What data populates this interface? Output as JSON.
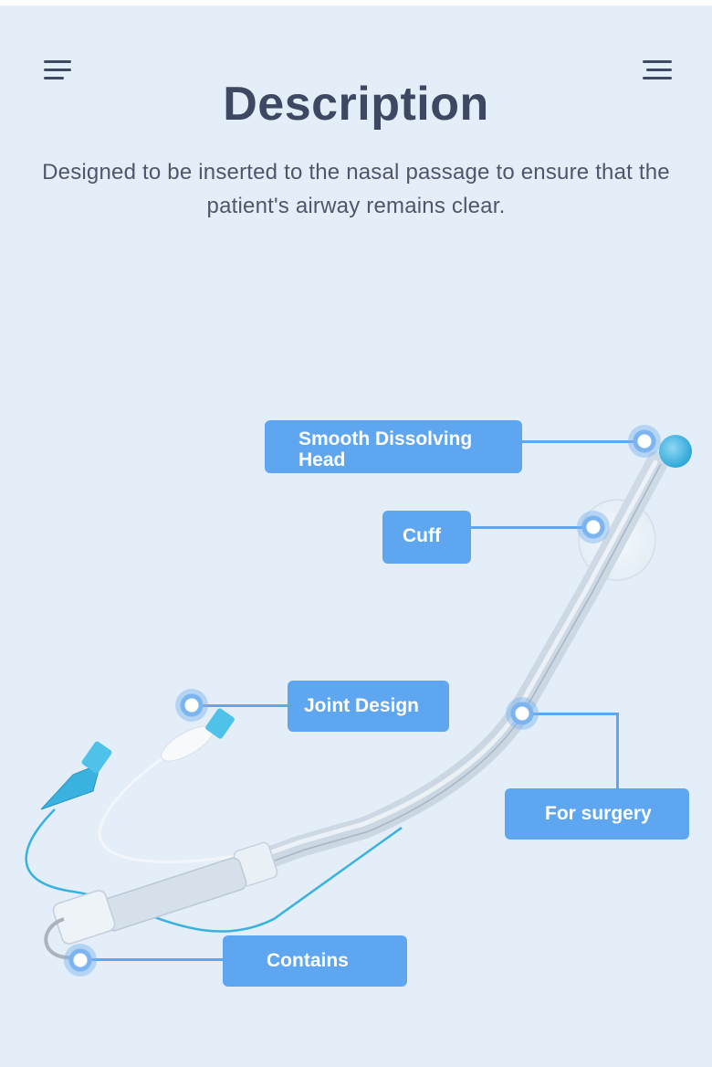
{
  "header": {
    "title": "Description",
    "subtitle_line1": "Designed to be inserted to the nasal passage to ensure that the",
    "subtitle_line2": "patient's airway remains clear."
  },
  "labels": {
    "head_line1": "Smooth Dissolving",
    "head_line2": "Head",
    "cuff": "Cuff",
    "joint": "Joint Design",
    "surgery": "For surgery",
    "contains": "Contains"
  },
  "colors": {
    "background": "#e3eef8",
    "accent": "#5fa6f0",
    "title": "#3e4862",
    "text": "#4e566a",
    "pilot_blue": "#3ab2e0"
  },
  "icons": {
    "left": "menu-icon",
    "right": "menu-icon"
  }
}
